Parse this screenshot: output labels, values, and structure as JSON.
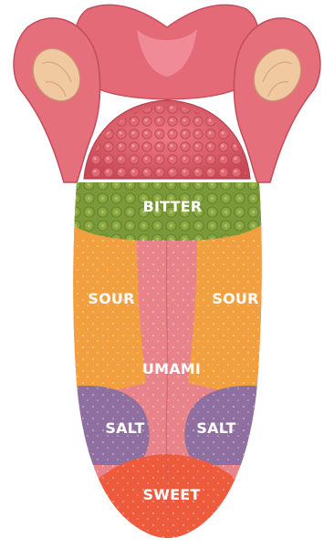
{
  "diagram": {
    "zones": [
      {
        "id": "bitter",
        "label": "BITTER",
        "color": "#7a9a3a"
      },
      {
        "id": "sour_left",
        "label": "SOUR",
        "color": "#f2a03f"
      },
      {
        "id": "sour_right",
        "label": "SOUR",
        "color": "#f2a03f"
      },
      {
        "id": "umami",
        "label": "UMAMI",
        "color": "#e9838a"
      },
      {
        "id": "salt_left",
        "label": "SALT",
        "color": "#8f6f9f"
      },
      {
        "id": "salt_right",
        "label": "SALT",
        "color": "#8f6f9f"
      },
      {
        "id": "sweet",
        "label": "SWEET",
        "color": "#ee5a3c"
      }
    ],
    "colors": {
      "throat_tissue": "#e8747a",
      "tonsil": "#f0c9a0",
      "papillae": "#d9565f",
      "tongue_base": "#e9838a"
    }
  }
}
